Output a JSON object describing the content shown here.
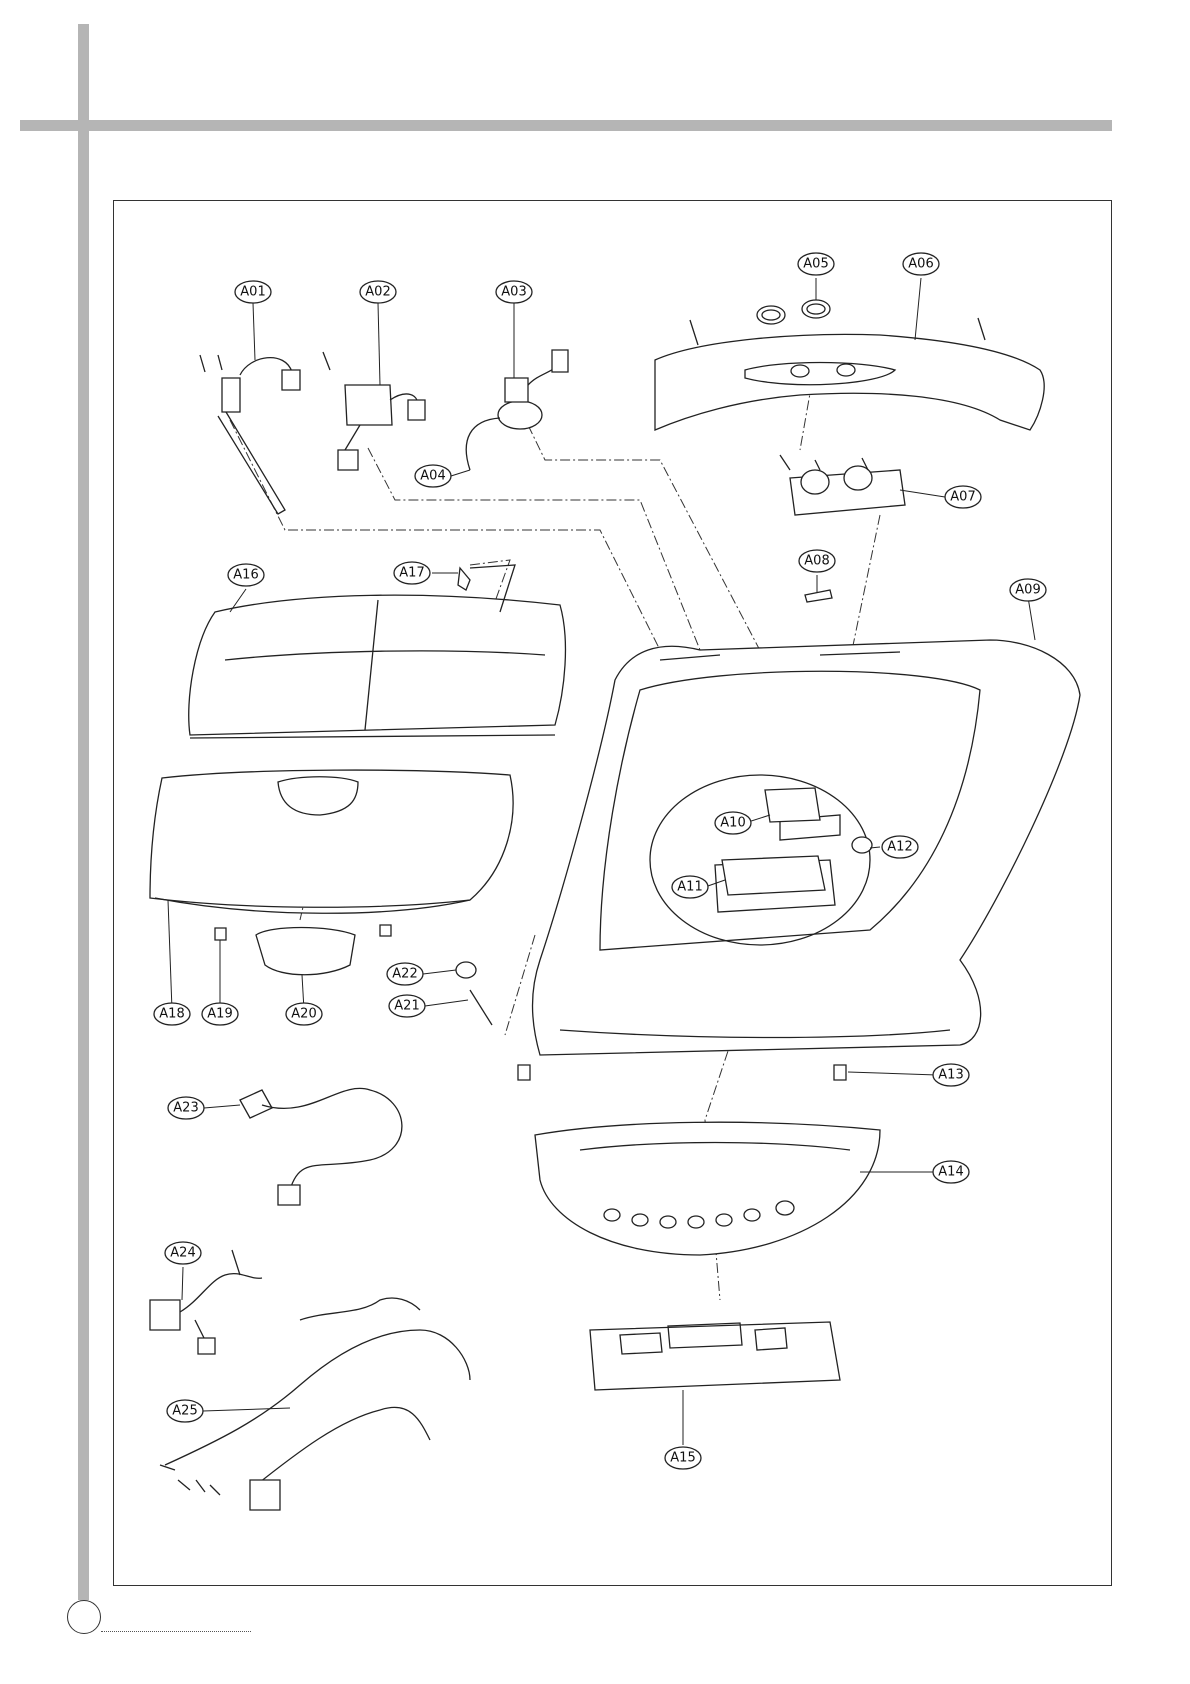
{
  "diagram": {
    "callouts": [
      {
        "id": "A01",
        "label": "A01"
      },
      {
        "id": "A02",
        "label": "A02"
      },
      {
        "id": "A03",
        "label": "A03"
      },
      {
        "id": "A04",
        "label": "A04"
      },
      {
        "id": "A05",
        "label": "A05"
      },
      {
        "id": "A06",
        "label": "A06"
      },
      {
        "id": "A07",
        "label": "A07"
      },
      {
        "id": "A08",
        "label": "A08"
      },
      {
        "id": "A09",
        "label": "A09"
      },
      {
        "id": "A10",
        "label": "A10"
      },
      {
        "id": "A11",
        "label": "A11"
      },
      {
        "id": "A12",
        "label": "A12"
      },
      {
        "id": "A13",
        "label": "A13"
      },
      {
        "id": "A14",
        "label": "A14"
      },
      {
        "id": "A15",
        "label": "A15"
      },
      {
        "id": "A16",
        "label": "A16"
      },
      {
        "id": "A17",
        "label": "A17"
      },
      {
        "id": "A18",
        "label": "A18"
      },
      {
        "id": "A19",
        "label": "A19"
      },
      {
        "id": "A20",
        "label": "A20"
      },
      {
        "id": "A21",
        "label": "A21"
      },
      {
        "id": "A22",
        "label": "A22"
      },
      {
        "id": "A23",
        "label": "A23"
      },
      {
        "id": "A24",
        "label": "A24"
      },
      {
        "id": "A25",
        "label": "A25"
      }
    ]
  }
}
